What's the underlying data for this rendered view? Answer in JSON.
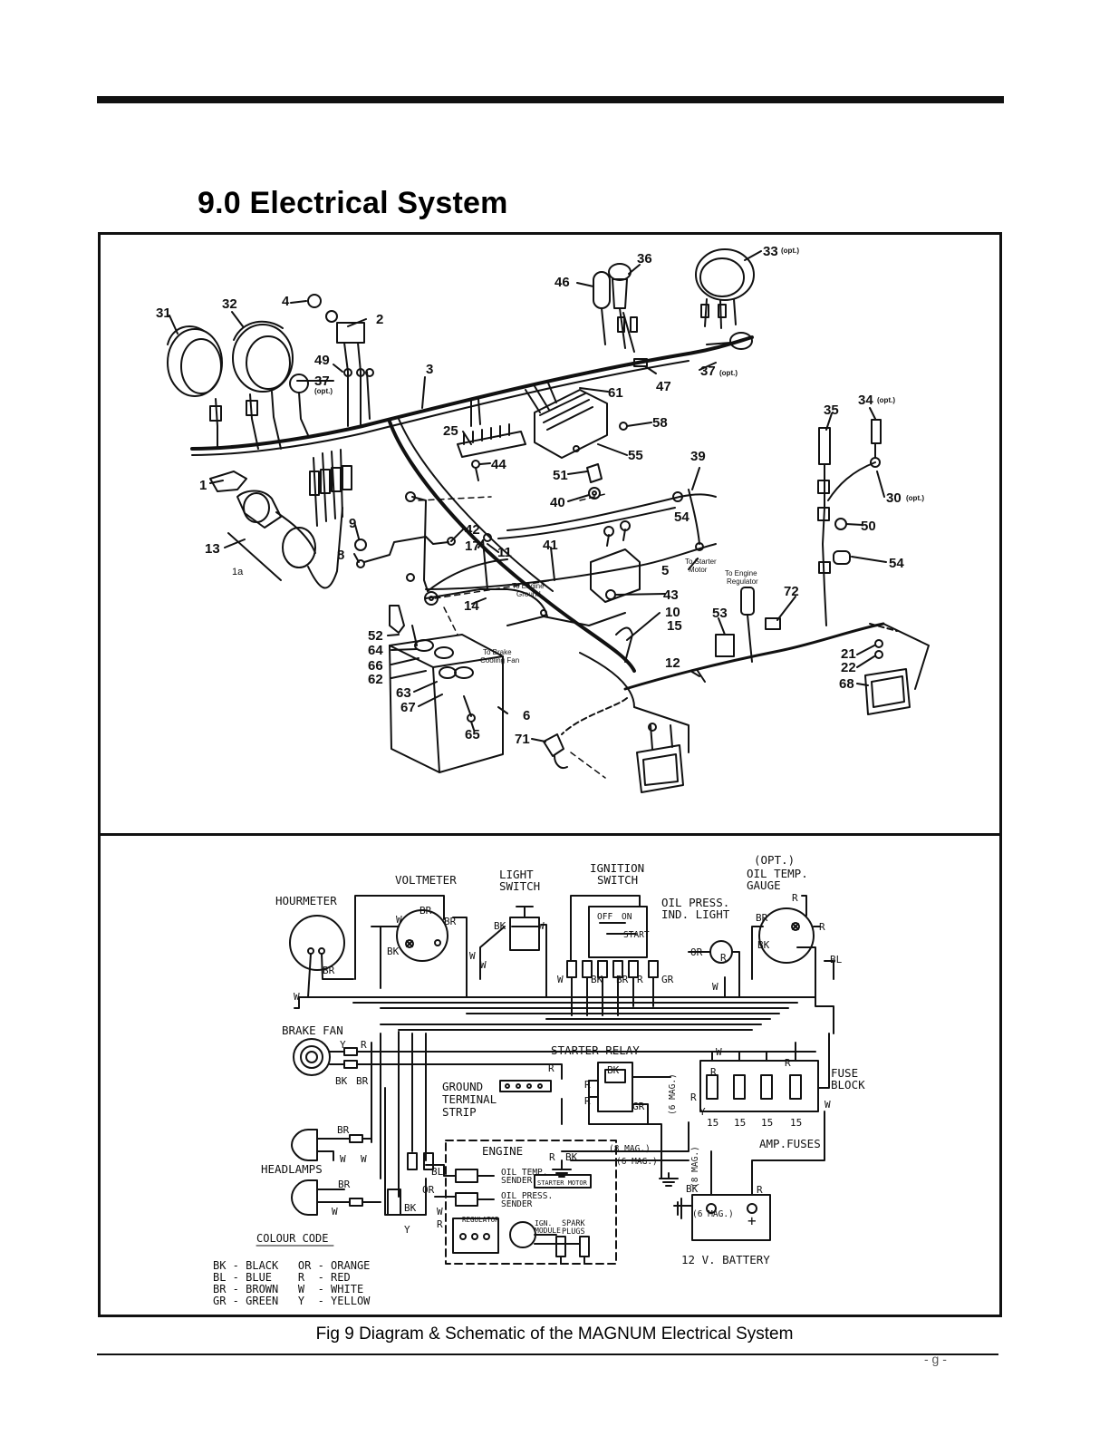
{
  "page": {
    "title": "9.0 Electrical System",
    "caption": "Fig 9 Diagram & Schematic of the MAGNUM Electrical System",
    "page_number_fragment": "- g -"
  },
  "parts_diagram": {
    "part_numbers": [
      "31",
      "32",
      "4",
      "2",
      "49",
      "37",
      "3",
      "46",
      "36",
      "33",
      "37",
      "47",
      "61",
      "25",
      "58",
      "44",
      "55",
      "51",
      "40",
      "39",
      "35",
      "34",
      "30",
      "1",
      "13",
      "1a",
      "9",
      "8",
      "42",
      "17",
      "11",
      "41",
      "54",
      "50",
      "54",
      "5",
      "43",
      "14",
      "10",
      "15",
      "52",
      "64",
      "66",
      "62",
      "63",
      "67",
      "65",
      "6",
      "53",
      "72",
      "12",
      "21",
      "22",
      "68",
      "71"
    ],
    "opt_label": "(opt.)",
    "notes": {
      "to_starter_motor": [
        "To Starter",
        "Motor"
      ],
      "to_engine_regulator": [
        "To Engine",
        "Regulator"
      ],
      "to_engine_ground": [
        "To Engine",
        "Ground"
      ],
      "to_brake_cooling_fan": [
        "To Brake",
        "Cooling Fan"
      ]
    }
  },
  "schematic": {
    "components": {
      "hourmeter": "HOURMETER",
      "voltmeter": "VOLTMETER",
      "light_switch": [
        "LIGHT",
        "SWITCH"
      ],
      "ignition_switch": [
        "IGNITION",
        "SWITCH"
      ],
      "opt": "(OPT.)",
      "oil_temp_gauge": [
        "OIL TEMP.",
        "GAUGE"
      ],
      "oil_press_light": [
        "OIL PRESS.",
        "IND. LIGHT"
      ],
      "brake_fan": "BRAKE FAN",
      "starter_relay": "STARTER RELAY",
      "fuse_block": [
        "FUSE",
        "BLOCK"
      ],
      "ground_terminal_strip": [
        "GROUND",
        "TERMINAL",
        "STRIP"
      ],
      "headlamps": "HEADLAMPS",
      "engine": "ENGINE",
      "oil_temp_sender": [
        "OIL TEMP.",
        "SENDER"
      ],
      "oil_press_sender": [
        "OIL PRESS.",
        "SENDER"
      ],
      "starter_motor": "STARTER MOTOR",
      "regulator": "REGULATOR",
      "ign_module": [
        "IGN.",
        "MODULE"
      ],
      "spark_plugs": [
        "SPARK",
        "PLUGS"
      ],
      "amp_fuses": "AMP.FUSES",
      "fuse_values": [
        "15",
        "15",
        "15",
        "15"
      ],
      "battery": "12 V. BATTERY",
      "switch_off": "OFF",
      "switch_on": "ON",
      "switch_start": "START",
      "mag_8": "(8 MAG.)",
      "mag_6": "(6 MAG.)",
      "plus": "+"
    },
    "wire_labels": [
      "W",
      "BR",
      "BR",
      "BK",
      "BR",
      "BK",
      "W",
      "W",
      "W",
      "W",
      "W",
      "BK",
      "BR",
      "R",
      "GR",
      "OR",
      "R",
      "BR",
      "R",
      "BK",
      "BL",
      "R",
      "Y",
      "R",
      "BK",
      "BR",
      "BK",
      "R",
      "R",
      "R",
      "GR",
      "R",
      "W",
      "Y",
      "W",
      "BR",
      "W",
      "W",
      "BR",
      "W",
      "BL",
      "OR",
      "BK",
      "R",
      "Y",
      "R",
      "BK",
      "W",
      "R",
      "BK",
      "R",
      "W",
      "R"
    ],
    "colour_code": {
      "title": "COLOUR CODE",
      "rows": [
        "BK - BLACK   OR - ORANGE",
        "BL - BLUE    R  - RED",
        "BR - BROWN   W  - WHITE",
        "GR - GREEN   Y  - YELLOW"
      ]
    }
  }
}
